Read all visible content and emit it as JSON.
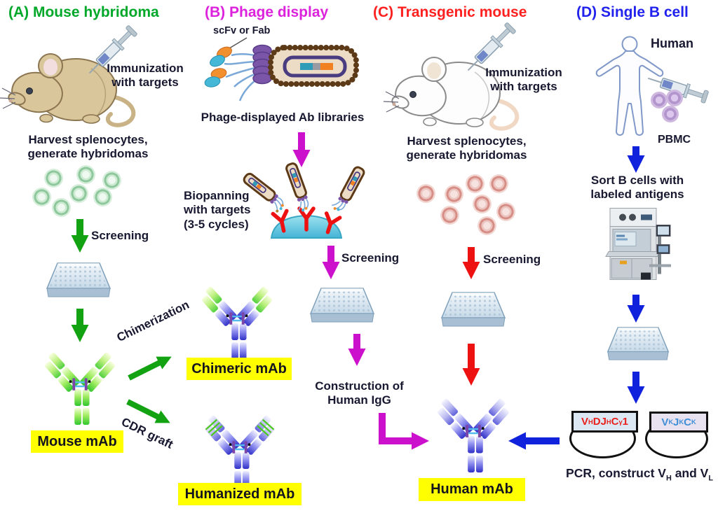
{
  "figure": {
    "description": "Four strategies for generating monoclonal antibodies"
  },
  "colors": {
    "panel_a_accent": "#12a212",
    "panel_b_accent": "#dd22dd",
    "panel_c_accent": "#ff2020",
    "panel_d_accent": "#2222ee",
    "highlight": "#ffff00",
    "label_text": "#181830"
  },
  "panel_a": {
    "title": "(A) Mouse hybridoma",
    "immunization_label": "Immunization\nwith targets",
    "harvest_label": "Harvest splenocytes,\ngenerate hybridomas",
    "screening_label": "Screening",
    "chimerization_label": "Chimerization",
    "cdr_graft_label": "CDR graft",
    "mouse_mab_label": "Mouse mAb"
  },
  "panel_b": {
    "title": "(B) Phage display",
    "scfv_label": "scFv or Fab",
    "library_label": "Phage-displayed Ab libraries",
    "biopanning_label": "Biopanning\nwith targets\n(3-5 cycles)",
    "screening_label": "Screening",
    "chimeric_mab_label": "Chimeric mAb",
    "construction_label": "Construction of\nHuman IgG",
    "humanized_mab_label": "Humanized mAb"
  },
  "panel_c": {
    "title": "(C) Transgenic mouse",
    "immunization_label": "Immunization\nwith targets",
    "harvest_label": "Harvest splenocytes,\ngenerate hybridomas",
    "screening_label": "Screening",
    "human_mab_label": "Human mAb"
  },
  "panel_d": {
    "title": "(D) Single B cell",
    "human_label": "Human",
    "pbmc_label": "PBMC",
    "sort_label": "Sort B cells with\nlabeled antigens",
    "heavy_chain_construct": [
      {
        "t": "V"
      },
      {
        "t": "H",
        "sub": true
      },
      {
        "t": "DJ"
      },
      {
        "t": "H",
        "sub": true
      },
      {
        "t": "C"
      },
      {
        "t": "γ",
        "sub": true
      },
      {
        "t": "1"
      }
    ],
    "light_chain_construct": [
      {
        "t": "V"
      },
      {
        "t": "K",
        "sub": true
      },
      {
        "t": "J"
      },
      {
        "t": "K",
        "sub": true
      },
      {
        "t": "C"
      },
      {
        "t": "K",
        "sub": true
      }
    ],
    "pcr_label": [
      {
        "t": "PCR, construct V"
      },
      {
        "t": "H",
        "sub": true
      },
      {
        "t": " and V"
      },
      {
        "t": "L",
        "sub": true
      }
    ]
  }
}
